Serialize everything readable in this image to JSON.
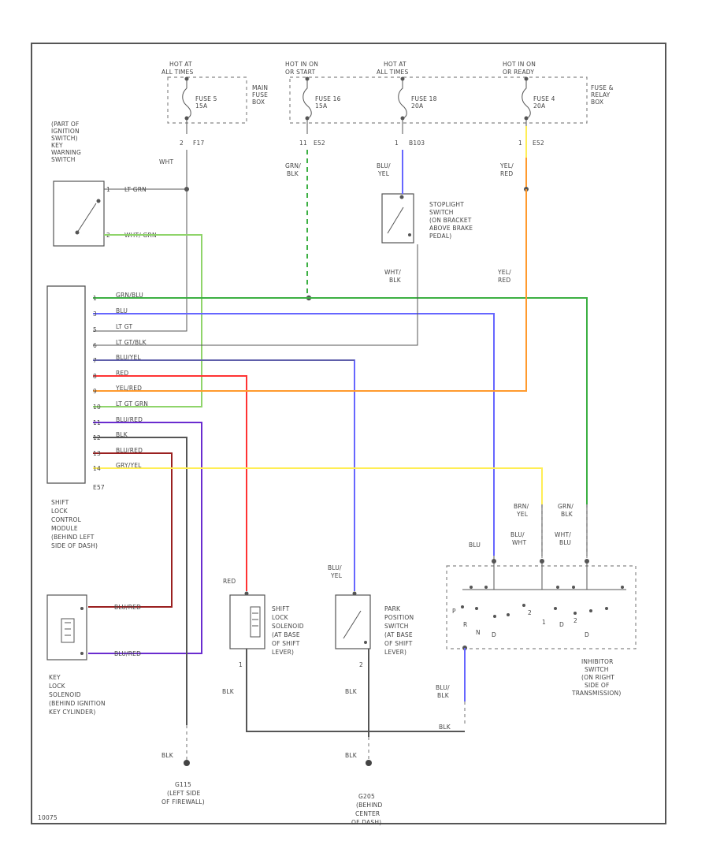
{
  "page_id": "10075",
  "fuse_box": {
    "hot1": [
      "HOT AT",
      "ALL TIMES"
    ],
    "hot2": [
      "HOT IN ON",
      "OR START"
    ],
    "hot3": [
      "HOT AT",
      "ALL TIMES"
    ],
    "hot4": [
      "HOT IN ON",
      "OR READY"
    ],
    "fuse5": [
      "FUSE 5",
      "15A"
    ],
    "fuse16": [
      "FUSE 16",
      "15A"
    ],
    "fuse18": [
      "FUSE 18",
      "20A"
    ],
    "fuse4": [
      "FUSE 4",
      "20A"
    ],
    "main_box": [
      "MAIN",
      "FUSE",
      "BOX"
    ],
    "relay_box": [
      "FUSE &",
      "RELAY",
      "BOX"
    ],
    "pins": [
      "2",
      "F17",
      "11",
      "E52",
      "1",
      "B103",
      "1",
      "E52"
    ]
  },
  "ignition_switch": {
    "label": [
      "(PART OF",
      "IGNITION",
      "SWITCH)",
      "KEY",
      "WARNING",
      "SWITCH"
    ],
    "pin1": "1",
    "pin1_wire": "LT GRN",
    "pin2": "2",
    "pin2_wire": "WHT/ GRN",
    "wire_above": "WHT"
  },
  "wire_labels": {
    "grn_blk": [
      "GRN/",
      "BLK"
    ],
    "blu_yel": [
      "BLU/",
      "YEL"
    ],
    "yel_red": [
      "YEL/",
      "RED"
    ],
    "yel_red2": [
      "YEL/",
      "RED"
    ],
    "wht_blk": [
      "WHT/",
      "BLK"
    ],
    "brn_yel": [
      "BRN/",
      "YEL"
    ],
    "grn_blk2": [
      "GRN/",
      "BLK"
    ],
    "blu_wht": [
      "BLU/",
      "WHT"
    ],
    "wht_blu": [
      "WHT/",
      "BLU"
    ],
    "blu": "BLU",
    "red": "RED",
    "blu_yel2": [
      "BLU/",
      "YEL"
    ],
    "blk1": "BLK",
    "blk2": "BLK",
    "blk3": "BLK",
    "blk4": "BLK",
    "blk5": "BLK",
    "blu_blk": [
      "BLU/",
      "BLK"
    ]
  },
  "stoplight_switch": [
    "STOPLIGHT",
    "SWITCH",
    "(ON BRACKET",
    "ABOVE BRAKE",
    "PEDAL)"
  ],
  "module": {
    "connector": "E57",
    "label": [
      "SHIFT",
      "LOCK",
      "CONTROL",
      "MODULE",
      "(BEHIND LEFT",
      "SIDE OF DASH)"
    ],
    "pins": [
      {
        "n": "1",
        "w": "GRN/BLU"
      },
      {
        "n": "3",
        "w": "BLU"
      },
      {
        "n": "5",
        "w": "LT GT"
      },
      {
        "n": "6",
        "w": "LT GT/BLK"
      },
      {
        "n": "7",
        "w": "BLU/YEL"
      },
      {
        "n": "8",
        "w": "RED"
      },
      {
        "n": "9",
        "w": "YEL/RED"
      },
      {
        "n": "10",
        "w": "LT GT GRN"
      },
      {
        "n": "11",
        "w": "BLU/RED"
      },
      {
        "n": "12",
        "w": "BLK"
      },
      {
        "n": "13",
        "w": "BLU/RED"
      },
      {
        "n": "14",
        "w": "GRY/YEL"
      }
    ]
  },
  "key_lock": {
    "label": [
      "KEY",
      "LOCK",
      "SOLENOID",
      "(BEHIND IGNITION",
      "KEY CYLINDER)"
    ],
    "wire1": "BLU/RED",
    "wire2": "BLU/RED"
  },
  "shift_lock_solenoid": {
    "label": [
      "SHIFT",
      "LOCK",
      "SOLENOID",
      "(AT BASE",
      "OF SHIFT",
      "LEVER)"
    ],
    "pin": "1"
  },
  "park_switch": {
    "label": [
      "PARK",
      "POSITION",
      "SWITCH",
      "(AT BASE",
      "OF SHIFT",
      "LEVER)"
    ],
    "pin": "2"
  },
  "inhibitor": {
    "label": [
      "INHIBITOR",
      "SWITCH",
      "(ON RIGHT",
      "SIDE OF",
      "TRANSMISSION)"
    ],
    "letters": [
      "P",
      "R",
      "N",
      "D",
      "2",
      "1",
      "D",
      "2",
      "D"
    ]
  },
  "grounds": {
    "g1": [
      "G115",
      "(LEFT SIDE",
      "OF FIREWALL)"
    ],
    "g2": [
      "G205",
      "(BEHIND",
      "CENTER",
      "OF DASH)"
    ]
  },
  "colors": {
    "green": "#3cb043",
    "blue": "#6666ff",
    "red": "#ff3333",
    "orange": "#ff9a2e",
    "yellow": "#ffee55",
    "darkred": "#9a2020",
    "purple": "#6a2ccf",
    "lightgreen": "#8fd46a",
    "gray": "#aaaaaa",
    "dark": "#555555"
  }
}
